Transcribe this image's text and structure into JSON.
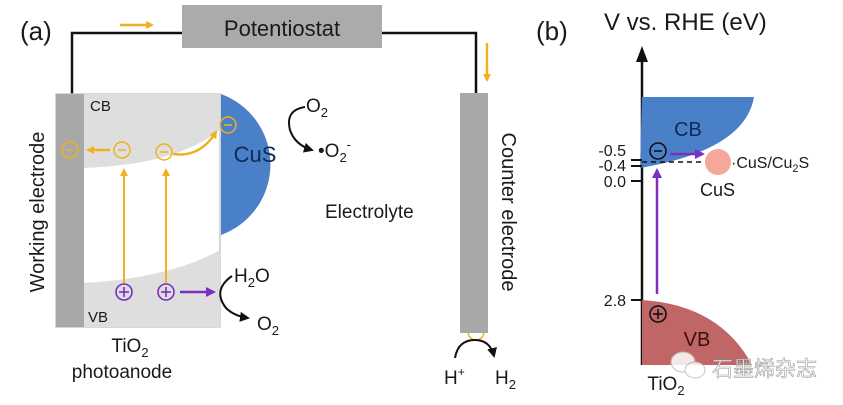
{
  "panel_a": {
    "label": "(a)",
    "potentiostat": "Potentiostat",
    "working_electrode": "Working electrode",
    "counter_electrode": "Counter electrode",
    "cb": "CB",
    "vb": "VB",
    "cus": "CuS",
    "electrolyte": "Electrolyte",
    "tio2": "TiO",
    "tio2_sub": "2",
    "photoanode": "photoanode",
    "o2_top": "O",
    "o2_top_sub": "2",
    "superoxide": "•O",
    "superoxide_sub": "2",
    "superoxide_sup": "-",
    "h2o": "H",
    "h2o_sub": "2",
    "h2o_end": "O",
    "o2_bottom": "O",
    "o2_bottom_sub": "2",
    "h_plus": "H",
    "h_plus_sup": "+",
    "h2": "H",
    "h2_sub": "2"
  },
  "panel_b": {
    "label": "(b)",
    "axis_title": "V vs. RHE (eV)",
    "ticks": [
      "-0.5",
      "-0.4",
      "0.0",
      "2.8"
    ],
    "cb": "CB",
    "vb": "VB",
    "cus": "CuS",
    "redox_couple": "·CuS/Cu",
    "redox_sub": "2",
    "redox_end": "S",
    "tio2": "TiO",
    "tio2_sub": "2"
  },
  "watermark": "石墨烯杂志",
  "colors": {
    "electron": "#f2b01e",
    "hole": "#7a2fc0",
    "cus_blue": "#4a80c8",
    "vb_red": "#c06666",
    "cus_pink": "#f4a79a",
    "electrode_gray": "#a8a8a8",
    "band_gray": "#dedede"
  }
}
